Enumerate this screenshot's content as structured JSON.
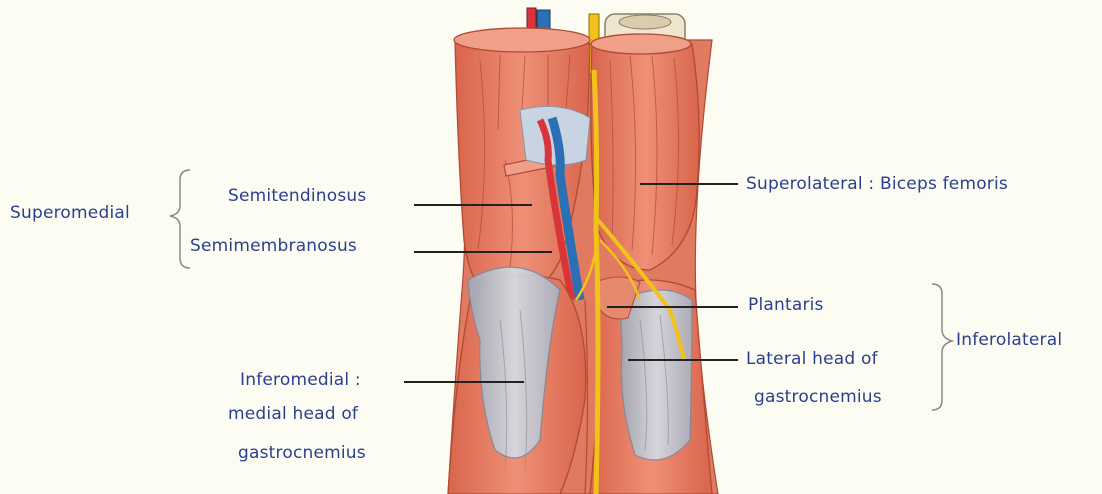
{
  "labels": {
    "semitendinosus": "Semitendinosus",
    "semimembranosus": "Semimembranosus",
    "superomedial": "Superomedial",
    "superolateral": "Superolateral : Biceps femoris",
    "plantaris": "Plantaris",
    "lateral_head_line1": "Lateral head of",
    "lateral_head_line2": "gastrocnemius",
    "inferolateral": "Inferolateral",
    "inferomedial_line1": "Inferomedial :",
    "inferomedial_line2": "medial head of",
    "inferomedial_line3": "gastrocnemius"
  },
  "colors": {
    "label_text": "#2a3f8f",
    "muscle": "#e8836a",
    "muscle_dark": "#c4543e",
    "tendon": "#b9c2cf",
    "nerve": "#f2c21c",
    "artery": "#d8353a",
    "vein": "#2d6fb5",
    "bone": "#efe6cf"
  }
}
